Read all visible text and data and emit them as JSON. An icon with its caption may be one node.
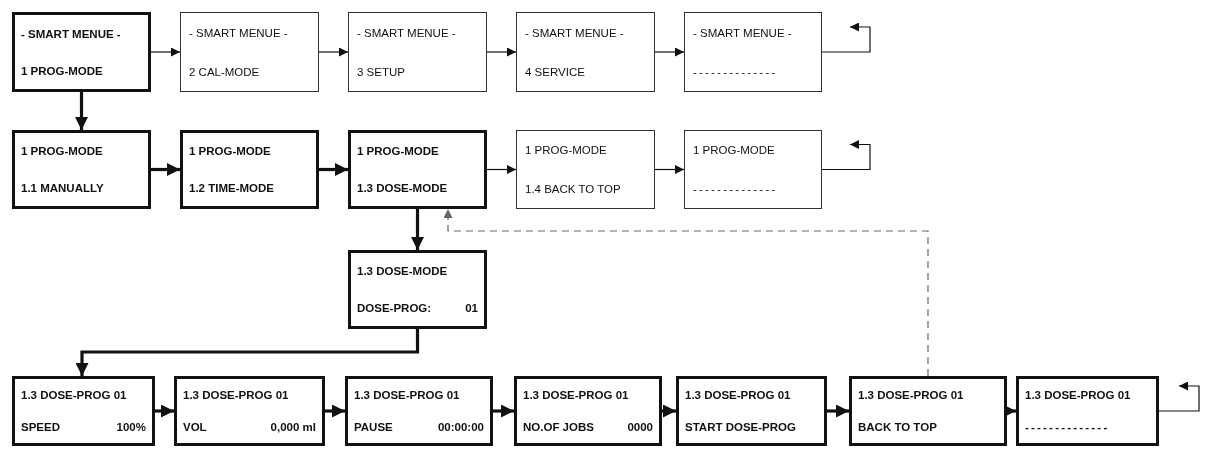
{
  "diagram": {
    "nodes": [
      {
        "text": [
          "- SMART MENUE -",
          "1 PROG-MODE"
        ]
      },
      {
        "text": [
          "- SMART MENUE -",
          "2 CAL-MODE"
        ]
      },
      {
        "text": [
          "- SMART MENUE -",
          "3 SETUP"
        ]
      },
      {
        "text": [
          "- SMART MENUE -",
          "4 SERVICE"
        ]
      },
      {
        "text": [
          "- SMART MENUE -",
          "--------------"
        ]
      },
      {
        "text": [
          "1 PROG-MODE",
          "1.1 MANUALLY"
        ]
      },
      {
        "text": [
          "1 PROG-MODE",
          "1.2 TIME-MODE"
        ]
      },
      {
        "text": [
          "1 PROG-MODE",
          "1.3 DOSE-MODE"
        ]
      },
      {
        "text": [
          "1 PROG-MODE",
          "1.4 BACK TO TOP"
        ]
      },
      {
        "text": [
          "1 PROG-MODE",
          "--------------"
        ]
      },
      {
        "text": [
          "1.3 DOSE-MODE",
          "DOSE-PROG:",
          "01"
        ]
      },
      {
        "text": [
          "1.3 DOSE-PROG 01",
          "SPEED",
          "100%"
        ]
      },
      {
        "text": [
          "1.3 DOSE-PROG 01",
          "VOL",
          "0,000 ml"
        ]
      },
      {
        "text": [
          "1.3 DOSE-PROG 01",
          "PAUSE",
          "00:00:00"
        ]
      },
      {
        "text": [
          "1.3 DOSE-PROG 01",
          "NO.OF JOBS",
          "0000"
        ]
      },
      {
        "text": [
          "1.3 DOSE-PROG 01",
          "START DOSE-PROG"
        ]
      },
      {
        "text": [
          "1.3 DOSE-PROG 01",
          "BACK TO TOP"
        ]
      },
      {
        "text": [
          "1.3 DOSE-PROG 01",
          "--------------"
        ]
      }
    ],
    "edges": [
      {
        "from": 0,
        "to": 1,
        "arrow": "to"
      },
      {
        "from": 1,
        "to": 2,
        "arrow": "to"
      },
      {
        "from": 2,
        "to": 3,
        "arrow": "to"
      },
      {
        "from": 3,
        "to": 4,
        "arrow": "to"
      },
      {
        "from": 4,
        "to": null,
        "arrow": "to"
      },
      {
        "from": 0,
        "to": 5,
        "arrow": "to"
      },
      {
        "from": 5,
        "to": 6,
        "arrow": "to"
      },
      {
        "from": 6,
        "to": 7,
        "arrow": "to"
      },
      {
        "from": 7,
        "to": 8,
        "arrow": "to"
      },
      {
        "from": 8,
        "to": 9,
        "arrow": "to"
      },
      {
        "from": 9,
        "to": null,
        "arrow": "to"
      },
      {
        "from": 7,
        "to": 10,
        "arrow": "to"
      },
      {
        "from": 10,
        "to": 11,
        "arrow": "to"
      },
      {
        "from": 11,
        "to": 12,
        "arrow": "to"
      },
      {
        "from": 12,
        "to": 13,
        "arrow": "to"
      },
      {
        "from": 13,
        "to": 14,
        "arrow": "to"
      },
      {
        "from": 14,
        "to": 15,
        "arrow": "to"
      },
      {
        "from": 15,
        "to": 16,
        "arrow": "to"
      },
      {
        "from": 16,
        "to": 17,
        "arrow": "to"
      },
      {
        "from": 16,
        "to": 7,
        "arrow": "to",
        "style": "dashed",
        "color": "#666666"
      },
      {
        "from": 17,
        "to": null,
        "arrow": "to"
      }
    ]
  }
}
